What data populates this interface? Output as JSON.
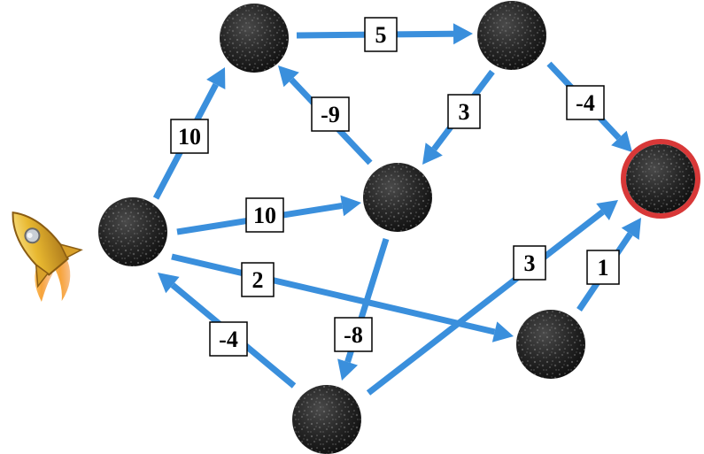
{
  "colors": {
    "edge": "#3a8fdc",
    "node_dark": "#1c1c1c",
    "target_ring": "#d83838",
    "label_border": "#000000",
    "label_bg": "#ffffff",
    "rocket_body": "#e8b830",
    "rocket_flame": "#f07a2a"
  },
  "icons": {
    "start": "rocket-icon",
    "node": "asteroid-icon"
  },
  "graph": {
    "nodes": [
      {
        "id": "A",
        "role": "source"
      },
      {
        "id": "B",
        "role": "normal"
      },
      {
        "id": "C",
        "role": "normal"
      },
      {
        "id": "D",
        "role": "normal"
      },
      {
        "id": "E",
        "role": "target"
      },
      {
        "id": "F",
        "role": "normal"
      },
      {
        "id": "G",
        "role": "normal"
      },
      {
        "id": "H",
        "role": "normal"
      }
    ],
    "edges": [
      {
        "from": "B",
        "to": "C",
        "weight": "5"
      },
      {
        "from": "A",
        "to": "B",
        "weight": "10"
      },
      {
        "from": "D",
        "to": "B",
        "weight": "-9"
      },
      {
        "from": "C",
        "to": "D",
        "weight": "3"
      },
      {
        "from": "C",
        "to": "E",
        "weight": "-4"
      },
      {
        "from": "A",
        "to": "D",
        "weight": "10"
      },
      {
        "from": "A",
        "to": "F",
        "weight": "2"
      },
      {
        "from": "G",
        "to": "A",
        "weight": "-4"
      },
      {
        "from": "D",
        "to": "G",
        "weight": "-8"
      },
      {
        "from": "G",
        "to": "E",
        "weight": "3"
      },
      {
        "from": "F",
        "to": "E",
        "weight": "1"
      }
    ]
  }
}
